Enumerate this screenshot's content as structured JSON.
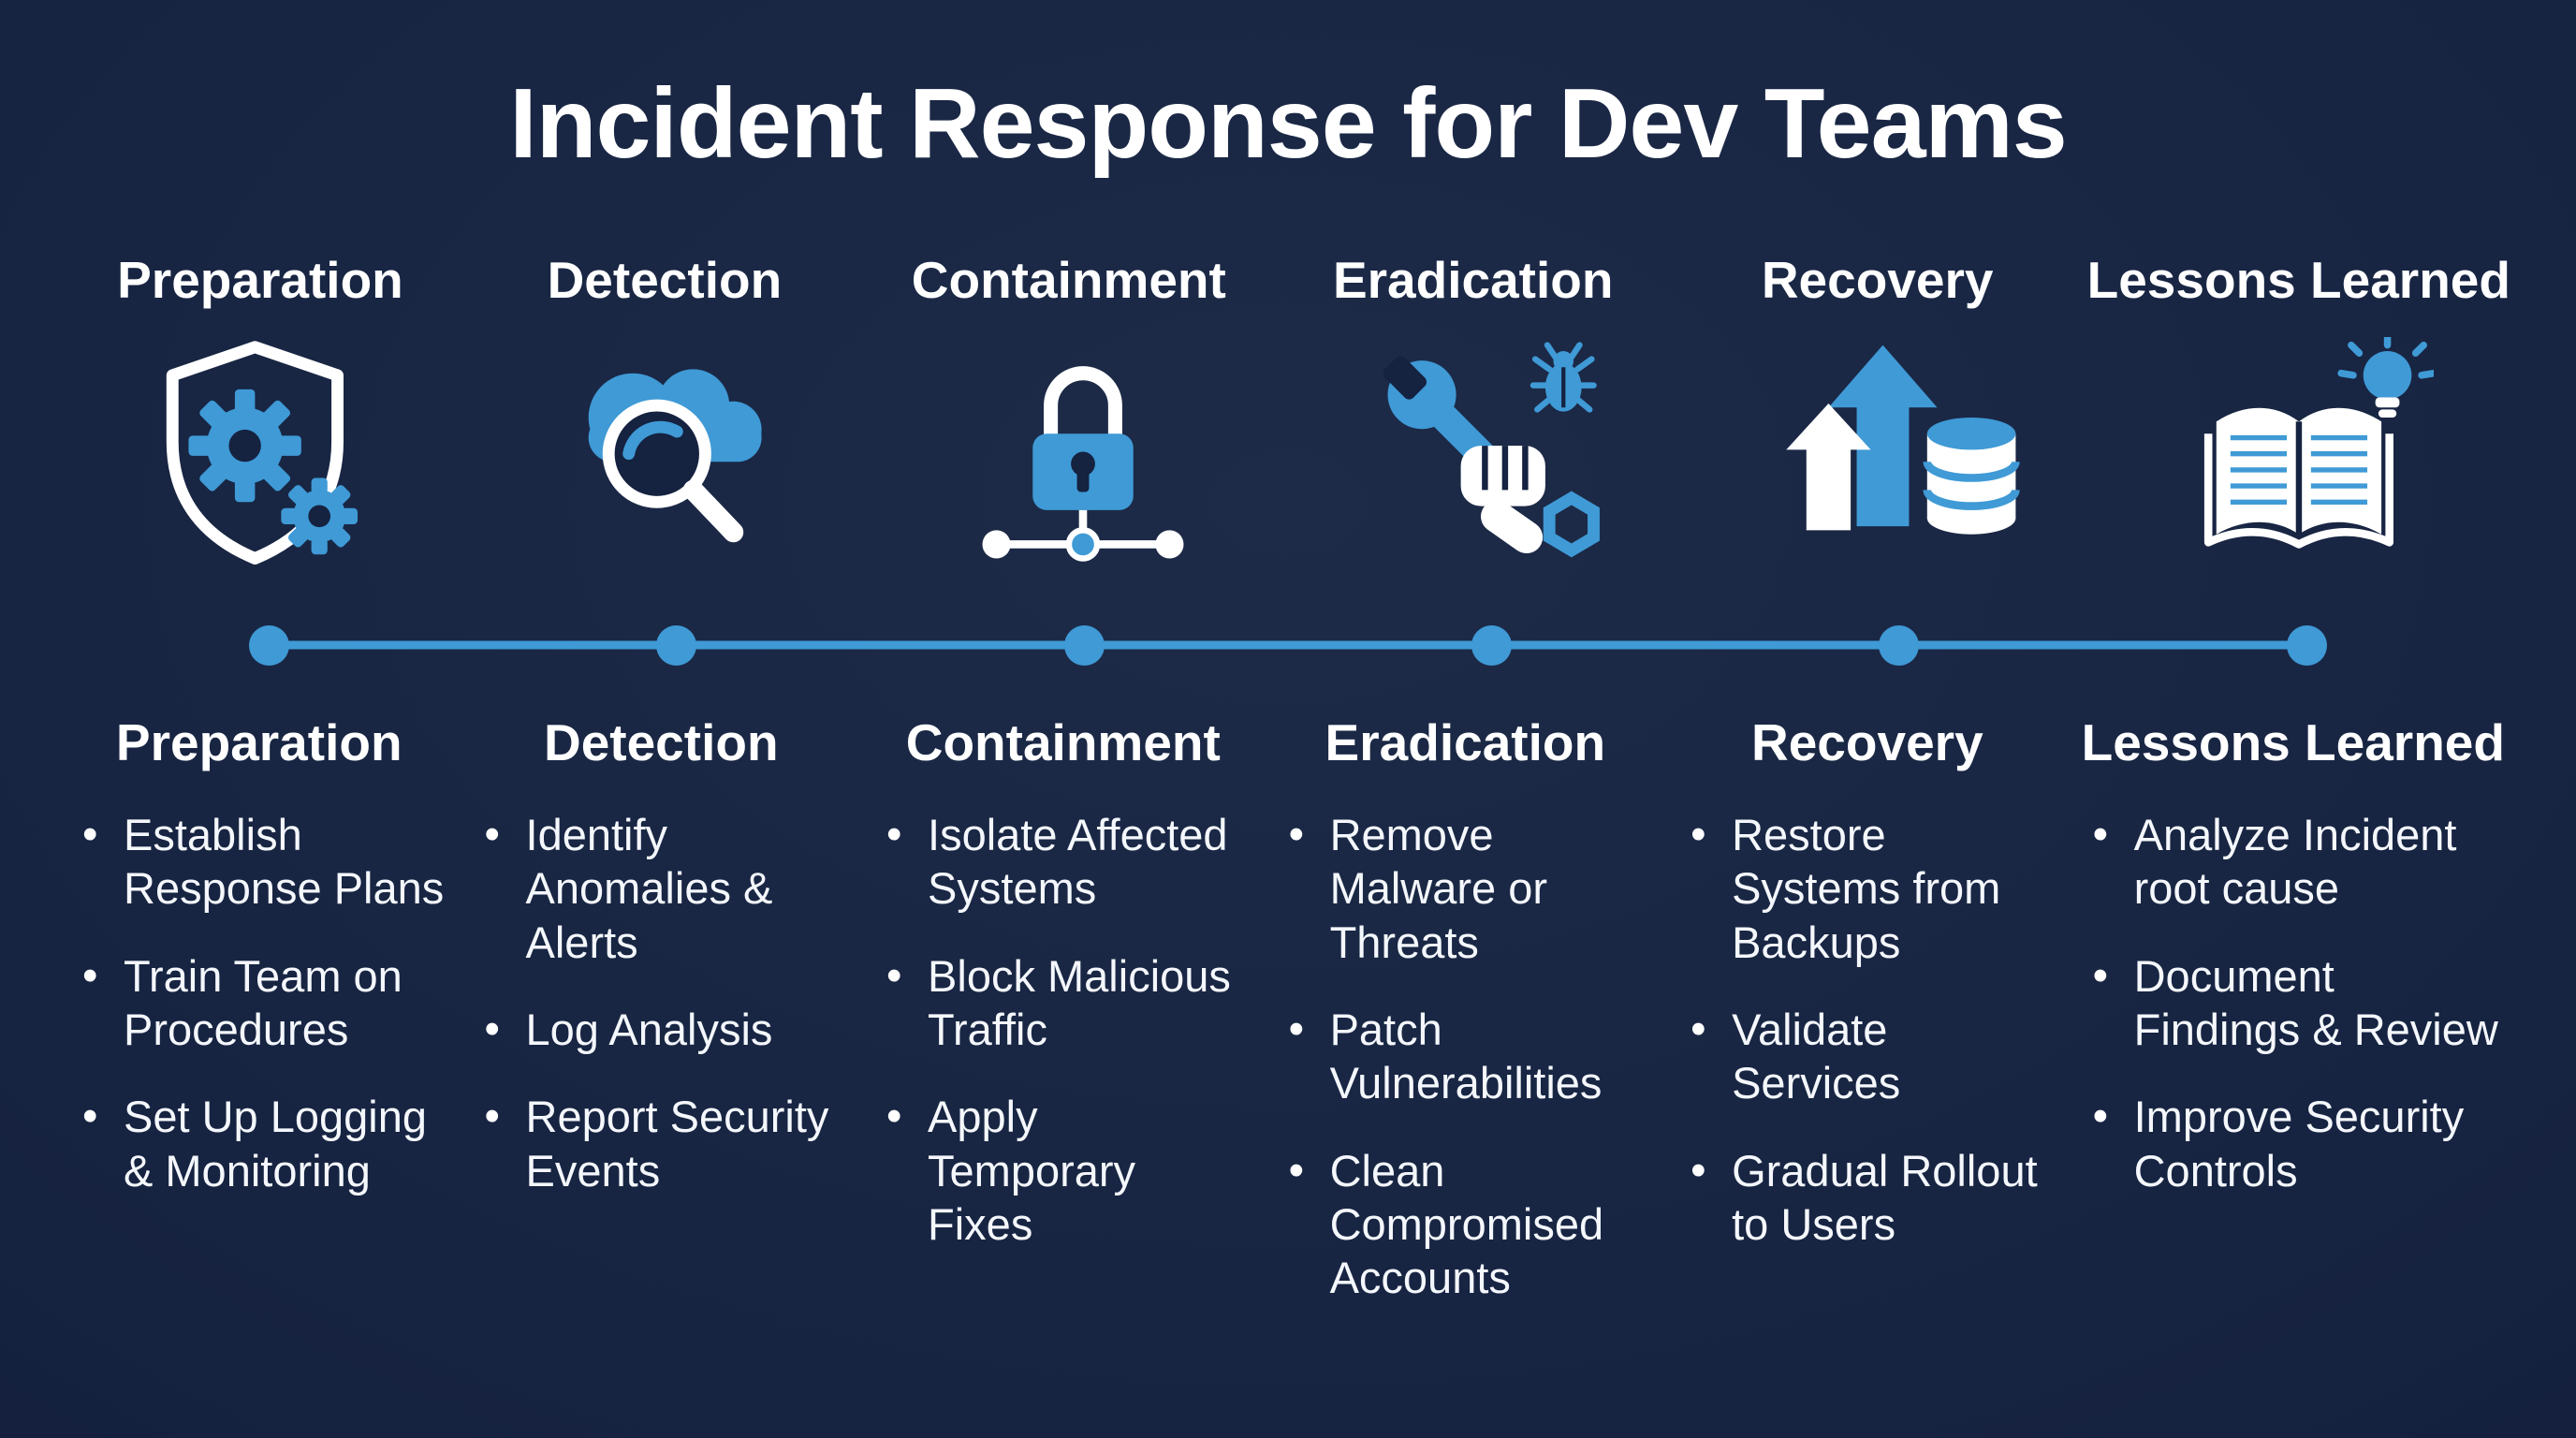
{
  "title": "Incident Response for Dev Teams",
  "theme": {
    "background": "#152240",
    "accent": "#3f9ad6",
    "text": "#ffffff"
  },
  "timeline": {
    "dot_count": 6
  },
  "phases": [
    {
      "name": "Preparation",
      "icon": "shield-gears-icon",
      "bullets": [
        "Establish Response Plans",
        "Train Team on Procedures",
        "Set Up Logging & Monitoring"
      ]
    },
    {
      "name": "Detection",
      "icon": "cloud-search-icon",
      "bullets": [
        "Identify Anomalies & Alerts",
        "Log Analysis",
        "Report Security Events"
      ]
    },
    {
      "name": "Containment",
      "icon": "padlock-network-icon",
      "bullets": [
        "Isolate Affected Systems",
        "Block Malicious Traffic",
        "Apply Temporary Fixes"
      ]
    },
    {
      "name": "Eradication",
      "icon": "wrench-bug-icon",
      "bullets": [
        "Remove Malware or Threats",
        "Patch Vulnerabilities",
        "Clean Compromised Accounts"
      ]
    },
    {
      "name": "Recovery",
      "icon": "arrows-database-icon",
      "bullets": [
        "Restore Systems from Backups",
        "Validate Services",
        "Gradual Rollout to Users"
      ]
    },
    {
      "name": "Lessons Learned",
      "icon": "book-lightbulb-icon",
      "bullets": [
        "Analyze Incident root cause",
        "Document Findings & Review",
        "Improve Security Controls"
      ]
    }
  ]
}
